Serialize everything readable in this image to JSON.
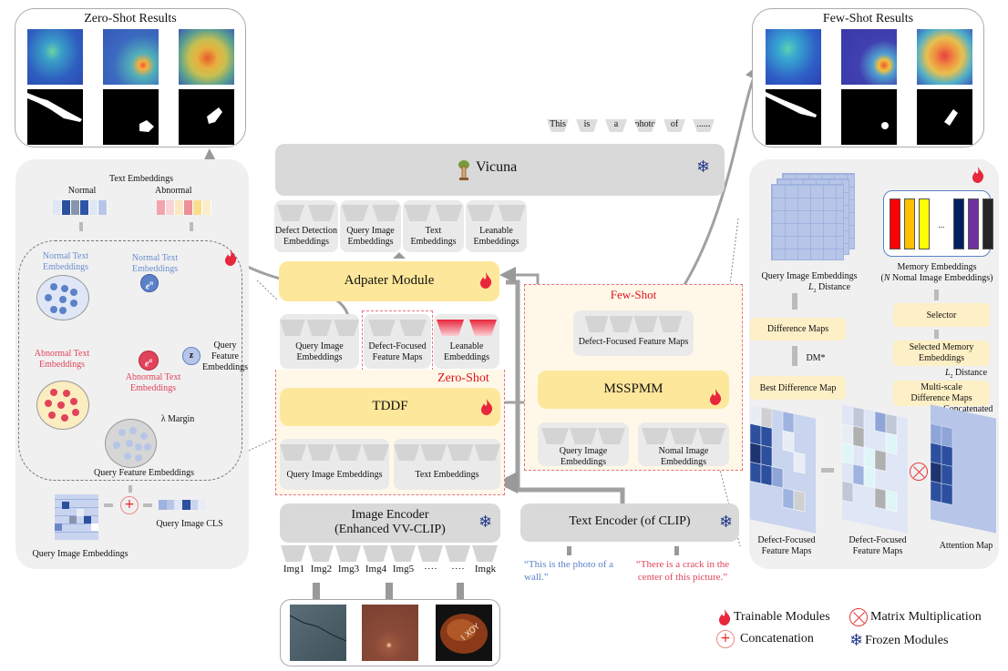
{
  "zero_shot_results": {
    "title": "Zero-Shot Results",
    "heatmaps": [
      "crack-heatmap",
      "spot-heatmap",
      "hazelnut-heatmap"
    ],
    "masks": [
      "crack-mask",
      "spot-mask",
      "hazelnut-mask"
    ]
  },
  "few_shot_results": {
    "title": "Few-Shot Results",
    "heatmaps": [
      "crack-heatmap",
      "spot-heatmap",
      "hazelnut-heatmap"
    ],
    "masks": [
      "crack-mask",
      "spot-mask",
      "hazelnut-mask"
    ]
  },
  "left_panel": {
    "text_embeddings_title": "Text Embeddings",
    "normal_label": "Normal",
    "abnormal_label": "Abnormal",
    "normal_cluster_label": "Normal Text Embeddings",
    "abnormal_cluster_label": "Abnormal Text Embeddings",
    "en_node_label": "Normal Text Embeddings",
    "ea_node_label": "Abnormal Text Embeddings",
    "en_symbol": "e",
    "en_sup": "n",
    "ea_symbol": "e",
    "ea_sup": "a",
    "z_symbol": "z",
    "query_feature_label": "Query Feature Embeddings",
    "margin_label": "λ Margin",
    "query_feature_cluster_label": "Query Feature Embeddings",
    "query_image_embeddings_label": "Query Image Embeddings",
    "query_image_cls_label": "Query Image CLS",
    "normal_colors": [
      "#dfe6f5",
      "#2c4f9e",
      "#8795ad",
      "#2e54a8",
      "#dfe6f5",
      "#b7c6e8"
    ],
    "abnormal_colors": [
      "#f2a4ad",
      "#f7d4d8",
      "#fbe8c2",
      "#ec8f99",
      "#f8df90",
      "#fbeecb"
    ]
  },
  "vicuna": {
    "label": "Vicuna",
    "output_tokens": [
      "This",
      "is",
      "a",
      "photo",
      "of",
      "......"
    ],
    "input_groups": [
      {
        "label": "Defect Detection Embeddings"
      },
      {
        "label": "Query  Image Embeddings"
      },
      {
        "label": "Text Embeddings"
      },
      {
        "label": "Leanable Embeddings"
      }
    ]
  },
  "adapter": {
    "label": "Adpater Module",
    "inputs": [
      {
        "label": "Query Image Embeddings"
      },
      {
        "label": "Defect-Focused Feature Maps"
      },
      {
        "label": "Leanable Embeddings"
      }
    ]
  },
  "zero_shot": {
    "tag": "Zero-Shot",
    "module_label": "TDDF",
    "inputs": [
      {
        "label": "Query Image Embeddings"
      },
      {
        "label": "Text Embeddings"
      }
    ]
  },
  "few_shot": {
    "tag": "Few-Shot",
    "module_label": "MSSPMM",
    "output_label": "Defect-Focused Feature Maps",
    "inputs": [
      {
        "label": "Query Image Embeddings"
      },
      {
        "label": "Nomal Image Embeddings"
      }
    ]
  },
  "image_encoder": {
    "label_line1": "Image Encoder",
    "label_line2": "(Enhanced VV-CLIP)",
    "patches": [
      "Img1",
      "Img2",
      "Img3",
      "Img4",
      "Img5",
      "····",
      "····",
      "Imgk"
    ],
    "input_images": [
      "wall-crack",
      "leather-spot",
      "hazelnut-print"
    ]
  },
  "text_encoder": {
    "label": "Text Encoder (of CLIP)",
    "prompt_normal": "“This is the photo of a wall.”",
    "prompt_abnormal": "“There is a crack in the center of this picture.”"
  },
  "right_panel": {
    "query_image_embeddings": "Query Image Embeddings",
    "l2_distance_1": "Distance",
    "memory_label_line1": "Memory Embeddings",
    "memory_label_line2": "Nomal Image Embeddings)",
    "memory_n": "N",
    "memory_ellipsis": "...",
    "memory_colors": [
      "#ff0000",
      "#ffc000",
      "#ffff00",
      "#002060",
      "#7030a0",
      "#262626"
    ],
    "difference_maps": "Difference Maps",
    "dm_label": "DM*",
    "best_difference_map": "Best Difference Map",
    "selector": "Selector",
    "selected_memory": "Selected Memory Embeddings",
    "l2_distance_2": "Distance",
    "multiscale": "Multi-scale Difference Maps",
    "concatenated": "Concatenated",
    "dffm_out": "Defect-Focused Feature Maps",
    "dffm_in": "Defect-Focused Feature Maps",
    "attention_map": "Attention Map"
  },
  "legend": {
    "trainable": "Trainable Modules",
    "matmul": "Matrix Multiplication",
    "concat": "Concatenation",
    "frozen": "Frozen Modules"
  },
  "colors": {
    "accent_red": "#e8263c",
    "frozen_blue": "#253a8a",
    "module_yellow": "#fde79a",
    "normal_blue": "#5b82c8",
    "abnormal_red": "#e0435a"
  }
}
